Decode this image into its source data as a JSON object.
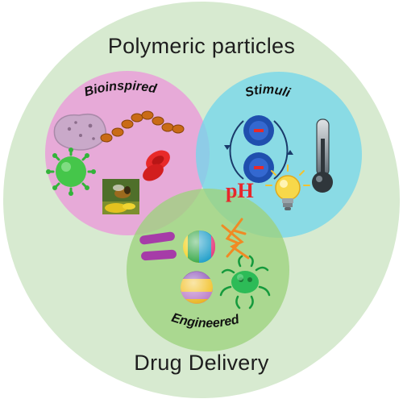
{
  "diagram": {
    "outer_title": "Polymeric particles",
    "outer_footer": "Drug Delivery",
    "circles": [
      {
        "label": "Bioinspired",
        "color": "#e9a3d8"
      },
      {
        "label": "Stimuli",
        "color": "#74d6ea"
      },
      {
        "label": "Engineered",
        "color": "#9ed27e"
      }
    ],
    "stimuli_ph": "pH",
    "outer_color": "#d7ead0"
  }
}
